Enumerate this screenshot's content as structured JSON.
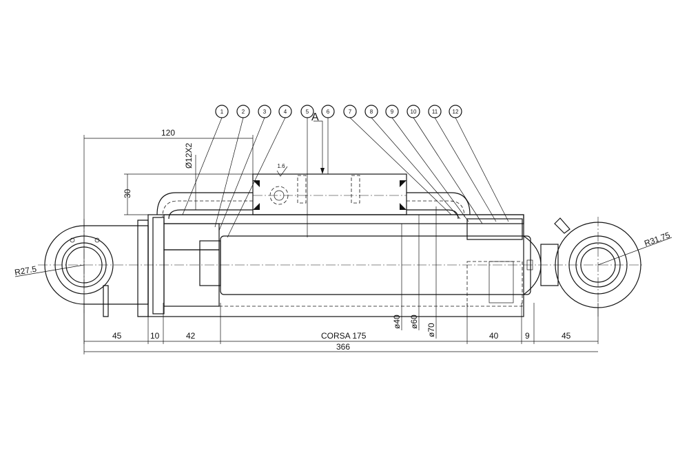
{
  "balloons": [
    "1",
    "2",
    "3",
    "4",
    "5",
    "6",
    "7",
    "8",
    "9",
    "10",
    "11",
    "12"
  ],
  "section_label": "A",
  "roughness": "1.6",
  "dimensions": {
    "overall_top": "120",
    "tube": "Ø12X2",
    "height": "30",
    "radius_left": "R27.5",
    "radius_right": "R31.75",
    "d40": "ø40",
    "d60": "ø60",
    "d70": "ø70",
    "seg1": "45",
    "seg2": "10",
    "seg3": "42",
    "stroke": "CORSA 175",
    "seg5": "40",
    "seg6": "9",
    "seg7": "45",
    "total": "366"
  }
}
